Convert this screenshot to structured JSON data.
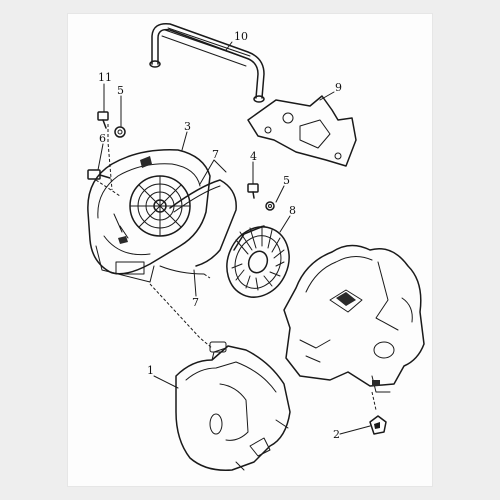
{
  "colors": {
    "ink": "#1a1a1a",
    "paper": "#fdfdfd",
    "background": "#eeeeee"
  },
  "callouts": [
    {
      "id": "c10",
      "label": "10"
    },
    {
      "id": "c9",
      "label": "9"
    },
    {
      "id": "c11",
      "label": "11"
    },
    {
      "id": "c5a",
      "label": "5"
    },
    {
      "id": "c3",
      "label": "3"
    },
    {
      "id": "c6",
      "label": "6"
    },
    {
      "id": "c7a",
      "label": "7"
    },
    {
      "id": "c4",
      "label": "4"
    },
    {
      "id": "c5b",
      "label": "5"
    },
    {
      "id": "c8",
      "label": "8"
    },
    {
      "id": "c7b",
      "label": "7"
    },
    {
      "id": "c1",
      "label": "1"
    },
    {
      "id": "c2",
      "label": "2"
    }
  ]
}
